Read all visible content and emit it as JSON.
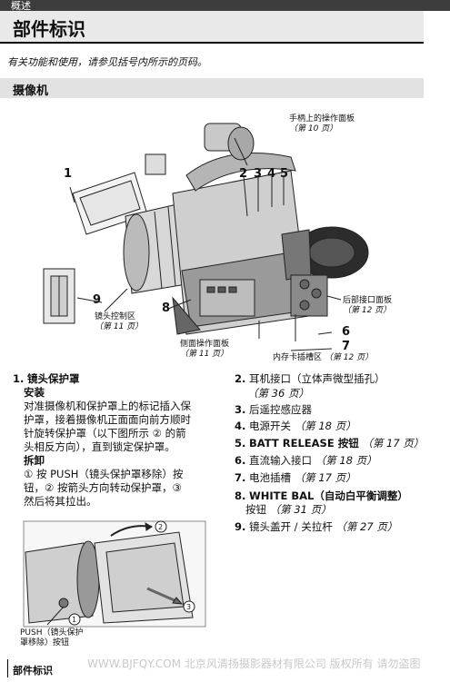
{
  "header": {
    "chapter": "概述",
    "title": "部件标识"
  },
  "intro": "有关功能和使用，请参见括号内所示的页码。",
  "section": "摄像机",
  "callouts": {
    "handle_panel": "手柄上的操作面板",
    "handle_panel_page": "（第 10 页）",
    "lens_area": "镜头控制区",
    "lens_area_page": "（第 11 页）",
    "side_panel": "侧面操作面板",
    "side_panel_page": "（第 11 页）",
    "memory_slot": "内存卡插槽区",
    "memory_slot_page": "（第 12 页）",
    "rear_panel": "后部接口面板",
    "rear_panel_page": "（第 12 页）",
    "push_label_1": "PUSH（镜头保护",
    "push_label_2": "罩移除）按钮"
  },
  "numbers": [
    "1",
    "2",
    "3",
    "4",
    "5",
    "6",
    "7",
    "8",
    "9"
  ],
  "item1": {
    "num": "1.",
    "title": "镜头保护罩",
    "install_head": "安装",
    "install_lines": [
      "对准摄像机和保护罩上的标记插入保",
      "护罩，接着摄像机正面面向前方顺时",
      "针旋转保护罩（以下图所示 ② 的箭",
      "头相反方向），直到锁定保护罩。"
    ],
    "remove_head": "拆卸",
    "remove_lines": [
      "① 按 PUSH（镜头保护罩移除）按",
      "钮，② 按箭头方向转动保护罩，③",
      "然后将其拉出。"
    ]
  },
  "items": [
    {
      "num": "2.",
      "text": "耳机接口（立体声微型插孔）",
      "page": "（第 36 页）"
    },
    {
      "num": "3.",
      "text": "后遥控感应器",
      "page": ""
    },
    {
      "num": "4.",
      "text": "电源开关",
      "page": "（第 18 页）"
    },
    {
      "num": "5.",
      "text": "BATT RELEASE 按钮",
      "page": "（第 17 页）"
    },
    {
      "num": "6.",
      "text": "直流输入接口",
      "page": "（第 18 页）"
    },
    {
      "num": "7.",
      "text": "电池插槽",
      "page": "（第 17 页）"
    },
    {
      "num": "8.",
      "text": "WHITE BAL（自动白平衡调整）",
      "line2": "按钮",
      "page": "（第 31 页）"
    },
    {
      "num": "9.",
      "text": "镜头盖开 / 关拉杆",
      "page": "（第 27 页）"
    }
  ],
  "footer": "部件标识",
  "watermark": "WWW.BJFQY.COM 北京风清扬摄影器材有限公司 版权所有 请勿盗图"
}
